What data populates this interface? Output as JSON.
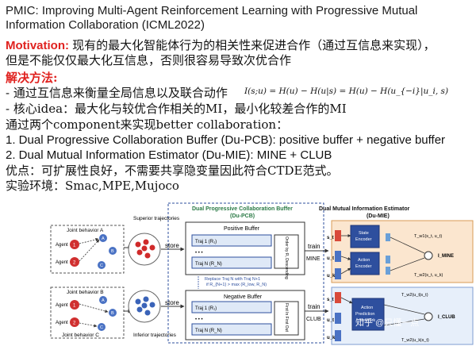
{
  "title": {
    "line1": "PMIC: Improving Multi-Agent Reinforcement Learning with Progressive Mutual",
    "line2": "Information Collaboration (ICML2022)"
  },
  "motivation": {
    "label": "Motivation:",
    "line1": "现有的最大化智能体行为的相关性来促进合作（通过互信息来实现），",
    "line2": "但是不能仅仅最大化互信息，否则很容易导致次优合作"
  },
  "method": {
    "heading": "解决方法:",
    "item1": "- 通过互信息来衡量全局信息以及联合动作",
    "formula": "I(s;u) = H(u) − H(u|s) = H(u) − H(u_{−i}|u_i, s)",
    "item2": "- 核心idea：最大化与较优合作相关的MI，最小化较差合作的MI",
    "components_intro": "通过两个component来实现better collaboration：",
    "component1": "1. Dual Progressive Collaboration Buffer (Du-PCB): positive buffer + negative buffer",
    "component2": "2. Dual Mutual Information Estimator (Du-MIE):  MINE + CLUB"
  },
  "advantage": "优点：可扩展性良好，不需要共享隐变量因此符合CTDE范式。",
  "environments": "实验环境：Smac,MPE,Mujoco",
  "figure": {
    "joint_a": "Joint behavior A",
    "joint_b": "Joint behavior B",
    "joint_c": "Joint behavior C",
    "agent1": "Agent",
    "agent2": "Agent",
    "agent1b": "Agent",
    "agent2b": "Agent",
    "num1": "1",
    "num2": "2",
    "num1b": "1",
    "num2b": "2",
    "letter_a": "A",
    "letter_b": "B",
    "letter_c": "C",
    "letter_a2": "A",
    "letter_b2": "B",
    "letter_c2": "C",
    "superior": "Superior trajectories",
    "inferior": "Inferior trajectories",
    "store_top": "store",
    "store_bottom": "store",
    "dupcb_title": "Dual Progressive Collaboration Buffer",
    "dupcb_sub": "(Du-PCB)",
    "positive_buffer": "Positive Buffer",
    "negative_buffer": "Negative Buffer",
    "traj1": "Traj 1 (R₁)",
    "trajn": "Traj N (R_N)",
    "traj1b": "Traj 1 (R₁)",
    "trajnb": "Traj N (R_N)",
    "dots": "• • •",
    "dotsb": "• • •",
    "order": "Order by R, Descending",
    "fifo": "First In First Out",
    "replace1": "Replace Traj N with Traj N+1",
    "replace2": "if R_{N+1} > max (R_low, R_N)",
    "train_top": "train",
    "train_bottom": "train",
    "mine": "MINE",
    "club": "CLUB",
    "dumie_title": "Dual Mutual Information Estimator",
    "dumie_sub": "(Du-MIE)",
    "state_encoder1": "State",
    "state_encoder2": "Encoder",
    "action_encoder1": "Action",
    "action_encoder2": "Encoder",
    "action_pred1": "Action",
    "action_pred2": "Prediction",
    "action_pred3": "Network",
    "s_t": "s_t",
    "u_t": "u_t",
    "u_k": "u_k",
    "s_t2": "s_t",
    "u_t2": "u_t",
    "u_k2": "u_k",
    "i_mine": "I_MINE",
    "i_club": "I_CLUB",
    "t1": "T_w1(s_t, u_t)",
    "t2": "T_w2(s_t, u_k)",
    "t3": "T_w2(u_t|s_t)",
    "t4": "T_w2(u_k|s_t)",
    "watermark": "知乎 @只懂一点"
  },
  "colors": {
    "red": "#e0221f",
    "blue_box": "#2e4f9e",
    "light_blue": "#dfe9f7",
    "light_orange": "#fbe6cf",
    "green_title": "#2a8a4a"
  }
}
